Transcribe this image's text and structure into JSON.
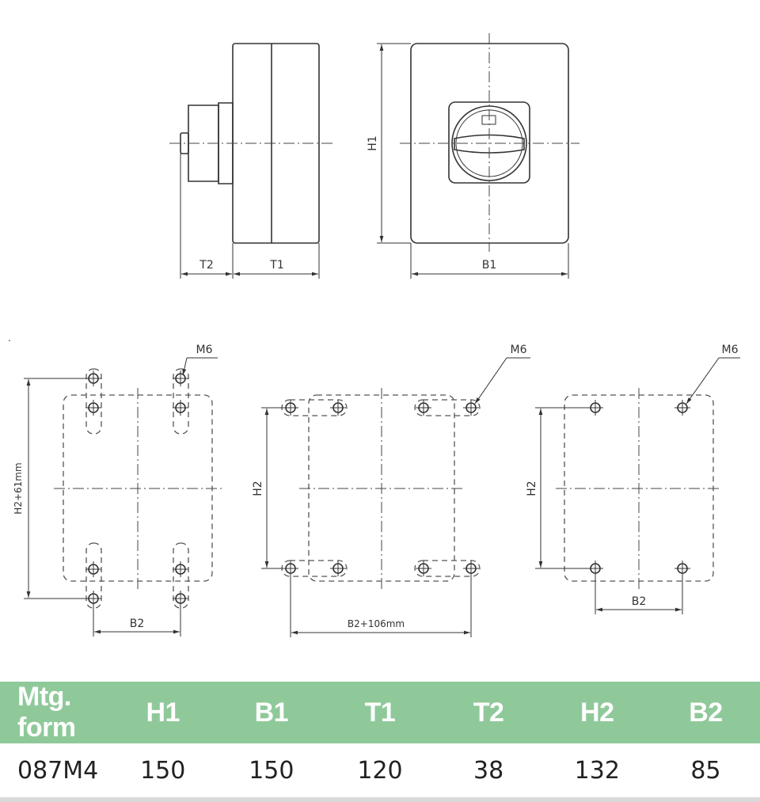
{
  "labels": {
    "t2": "T2",
    "t1": "T1",
    "b1": "B1",
    "h1": "H1",
    "m6_a": "M6",
    "m6_b": "M6",
    "m6_c": "M6",
    "h2_61": "H2+61mm",
    "b2_a": "B2",
    "h2_b": "H2",
    "b2_106": "B2+106mm",
    "h2_c": "H2",
    "b2_c": "B2"
  },
  "table": {
    "headers": [
      "Mtg. form",
      "H1",
      "B1",
      "T1",
      "T2",
      "H2",
      "B2"
    ],
    "rows": [
      [
        "087M4",
        "150",
        "150",
        "120",
        "38",
        "132",
        "85"
      ]
    ]
  },
  "colors": {
    "header_bg": "#8fc99a",
    "header_text": "#ffffff",
    "line": "#333333"
  }
}
